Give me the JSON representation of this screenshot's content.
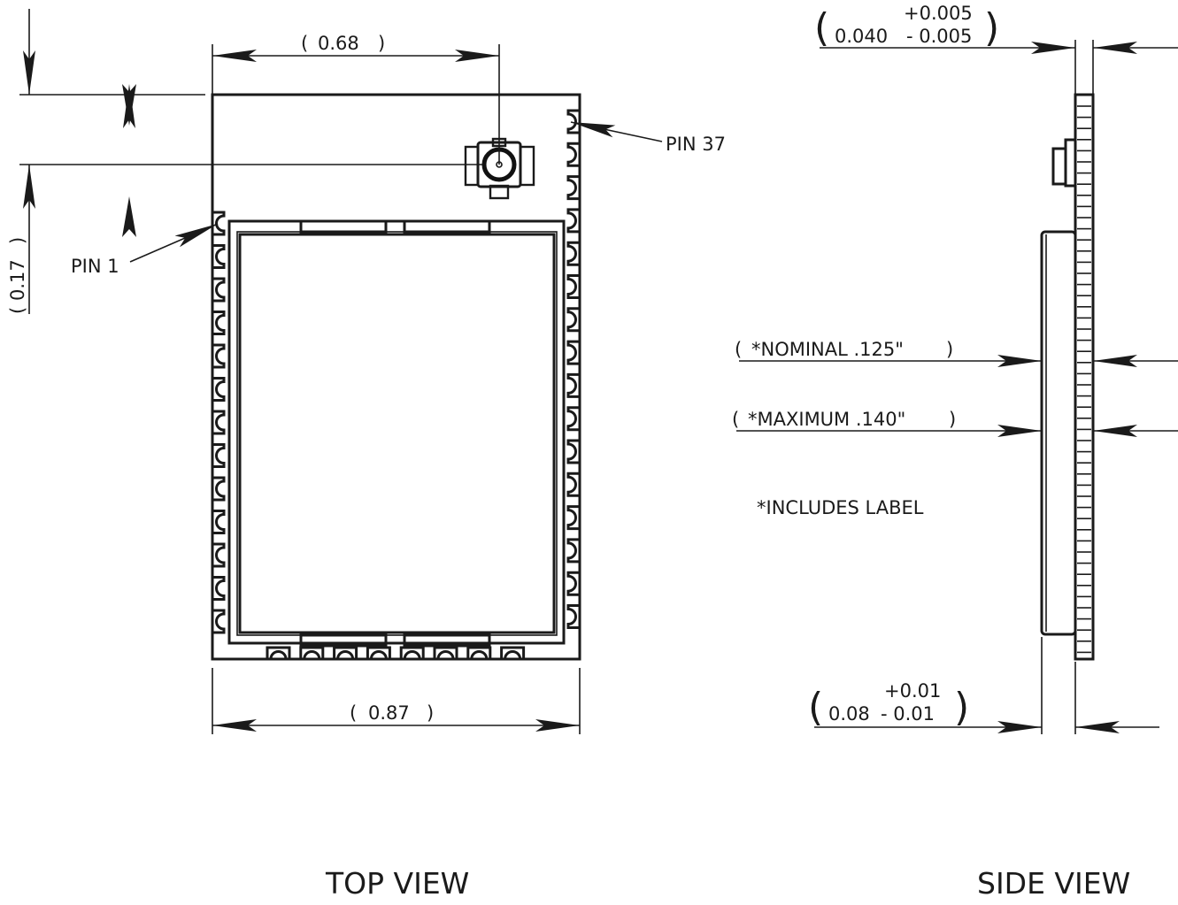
{
  "top_view": {
    "title": "TOP VIEW",
    "dim_width_top": "0.68",
    "dim_width_bottom": "0.87",
    "dim_height_left": "0.17",
    "pin1_label": "PIN 1",
    "pin37_label": "PIN 37",
    "left_pads": 13,
    "bottom_pads": 8,
    "right_pads": 16
  },
  "side_view": {
    "title": "SIDE VIEW",
    "thickness_nominal": "0.040",
    "thickness_tol_plus": "+0.005",
    "thickness_tol_minus": "- 0.005",
    "shield_nominal": "0.08",
    "shield_tol_plus": "+0.01",
    "shield_tol_minus": "- 0.01",
    "nominal_label": "*NOMINAL .125\"",
    "maximum_label": "*MAXIMUM .140\"",
    "note": "*INCLUDES LABEL"
  }
}
